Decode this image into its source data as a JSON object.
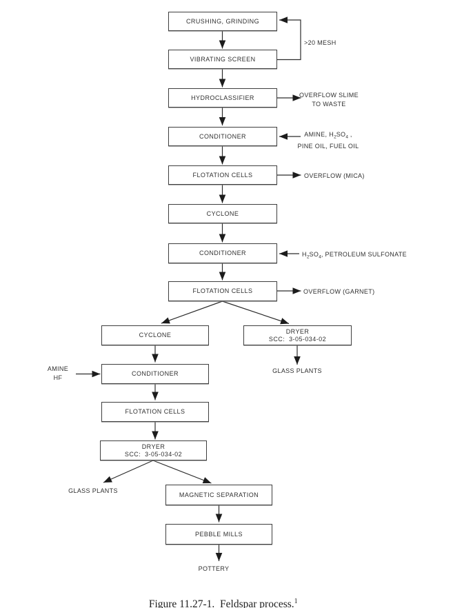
{
  "colors": {
    "ink": "#2b2b2b",
    "box_border": "#3d3d3d",
    "background": "#ffffff"
  },
  "caption": {
    "text": "Figure 11.27-1.  Feldspar process.",
    "superscript": "1"
  },
  "diagram": {
    "boxes": {
      "crushing_grinding": {
        "label": "CRUSHING, GRINDING"
      },
      "vibrating_screen": {
        "label": "VIBRATING SCREEN"
      },
      "hydroclassifier": {
        "label": "HYDROCLASSIFIER"
      },
      "conditioner_1": {
        "label": "CONDITIONER"
      },
      "flotation_cells_1": {
        "label": "FLOTATION CELLS"
      },
      "cyclone_1": {
        "label": "CYCLONE"
      },
      "conditioner_2": {
        "label": "CONDITIONER"
      },
      "flotation_cells_2": {
        "label": "FLOTATION CELLS"
      },
      "cyclone_2": {
        "label": "CYCLONE"
      },
      "dryer_1": {
        "label": "DRYER",
        "scc": "SCC:  3-05-034-02"
      },
      "conditioner_3": {
        "label": "CONDITIONER"
      },
      "flotation_cells_3": {
        "label": "FLOTATION CELLS"
      },
      "dryer_2": {
        "label": "DRYER",
        "scc": "SCC:  3-05-034-02"
      },
      "magnetic_separation": {
        "label": "MAGNETIC SEPARATION"
      },
      "pebble_mills": {
        "label": "PEBBLE MILLS"
      }
    },
    "annotations": {
      "mesh_recycle": ">20 MESH",
      "overflow_slime": {
        "line1": "OVERFLOW SLIME",
        "line2": "TO WASTE"
      },
      "reagents_1": {
        "l1a": "AMINE, H",
        "l1sub1": "2",
        "l1b": "SO",
        "l1sub2": "4",
        "l1c": " ,",
        "line2": "PINE OIL, FUEL OIL"
      },
      "overflow_mica": "OVERFLOW (MICA)",
      "reagents_2": {
        "a": "H",
        "sub1": "2",
        "b": "SO",
        "sub2": "4",
        "c": ", PETROLEUM SULFONATE"
      },
      "overflow_garnet": "OVERFLOW (GARNET)",
      "glass_plants_right": "GLASS PLANTS",
      "amine_hf": {
        "line1": "AMINE",
        "line2": "HF"
      },
      "glass_plants_left": "GLASS PLANTS",
      "pottery": "POTTERY"
    }
  }
}
